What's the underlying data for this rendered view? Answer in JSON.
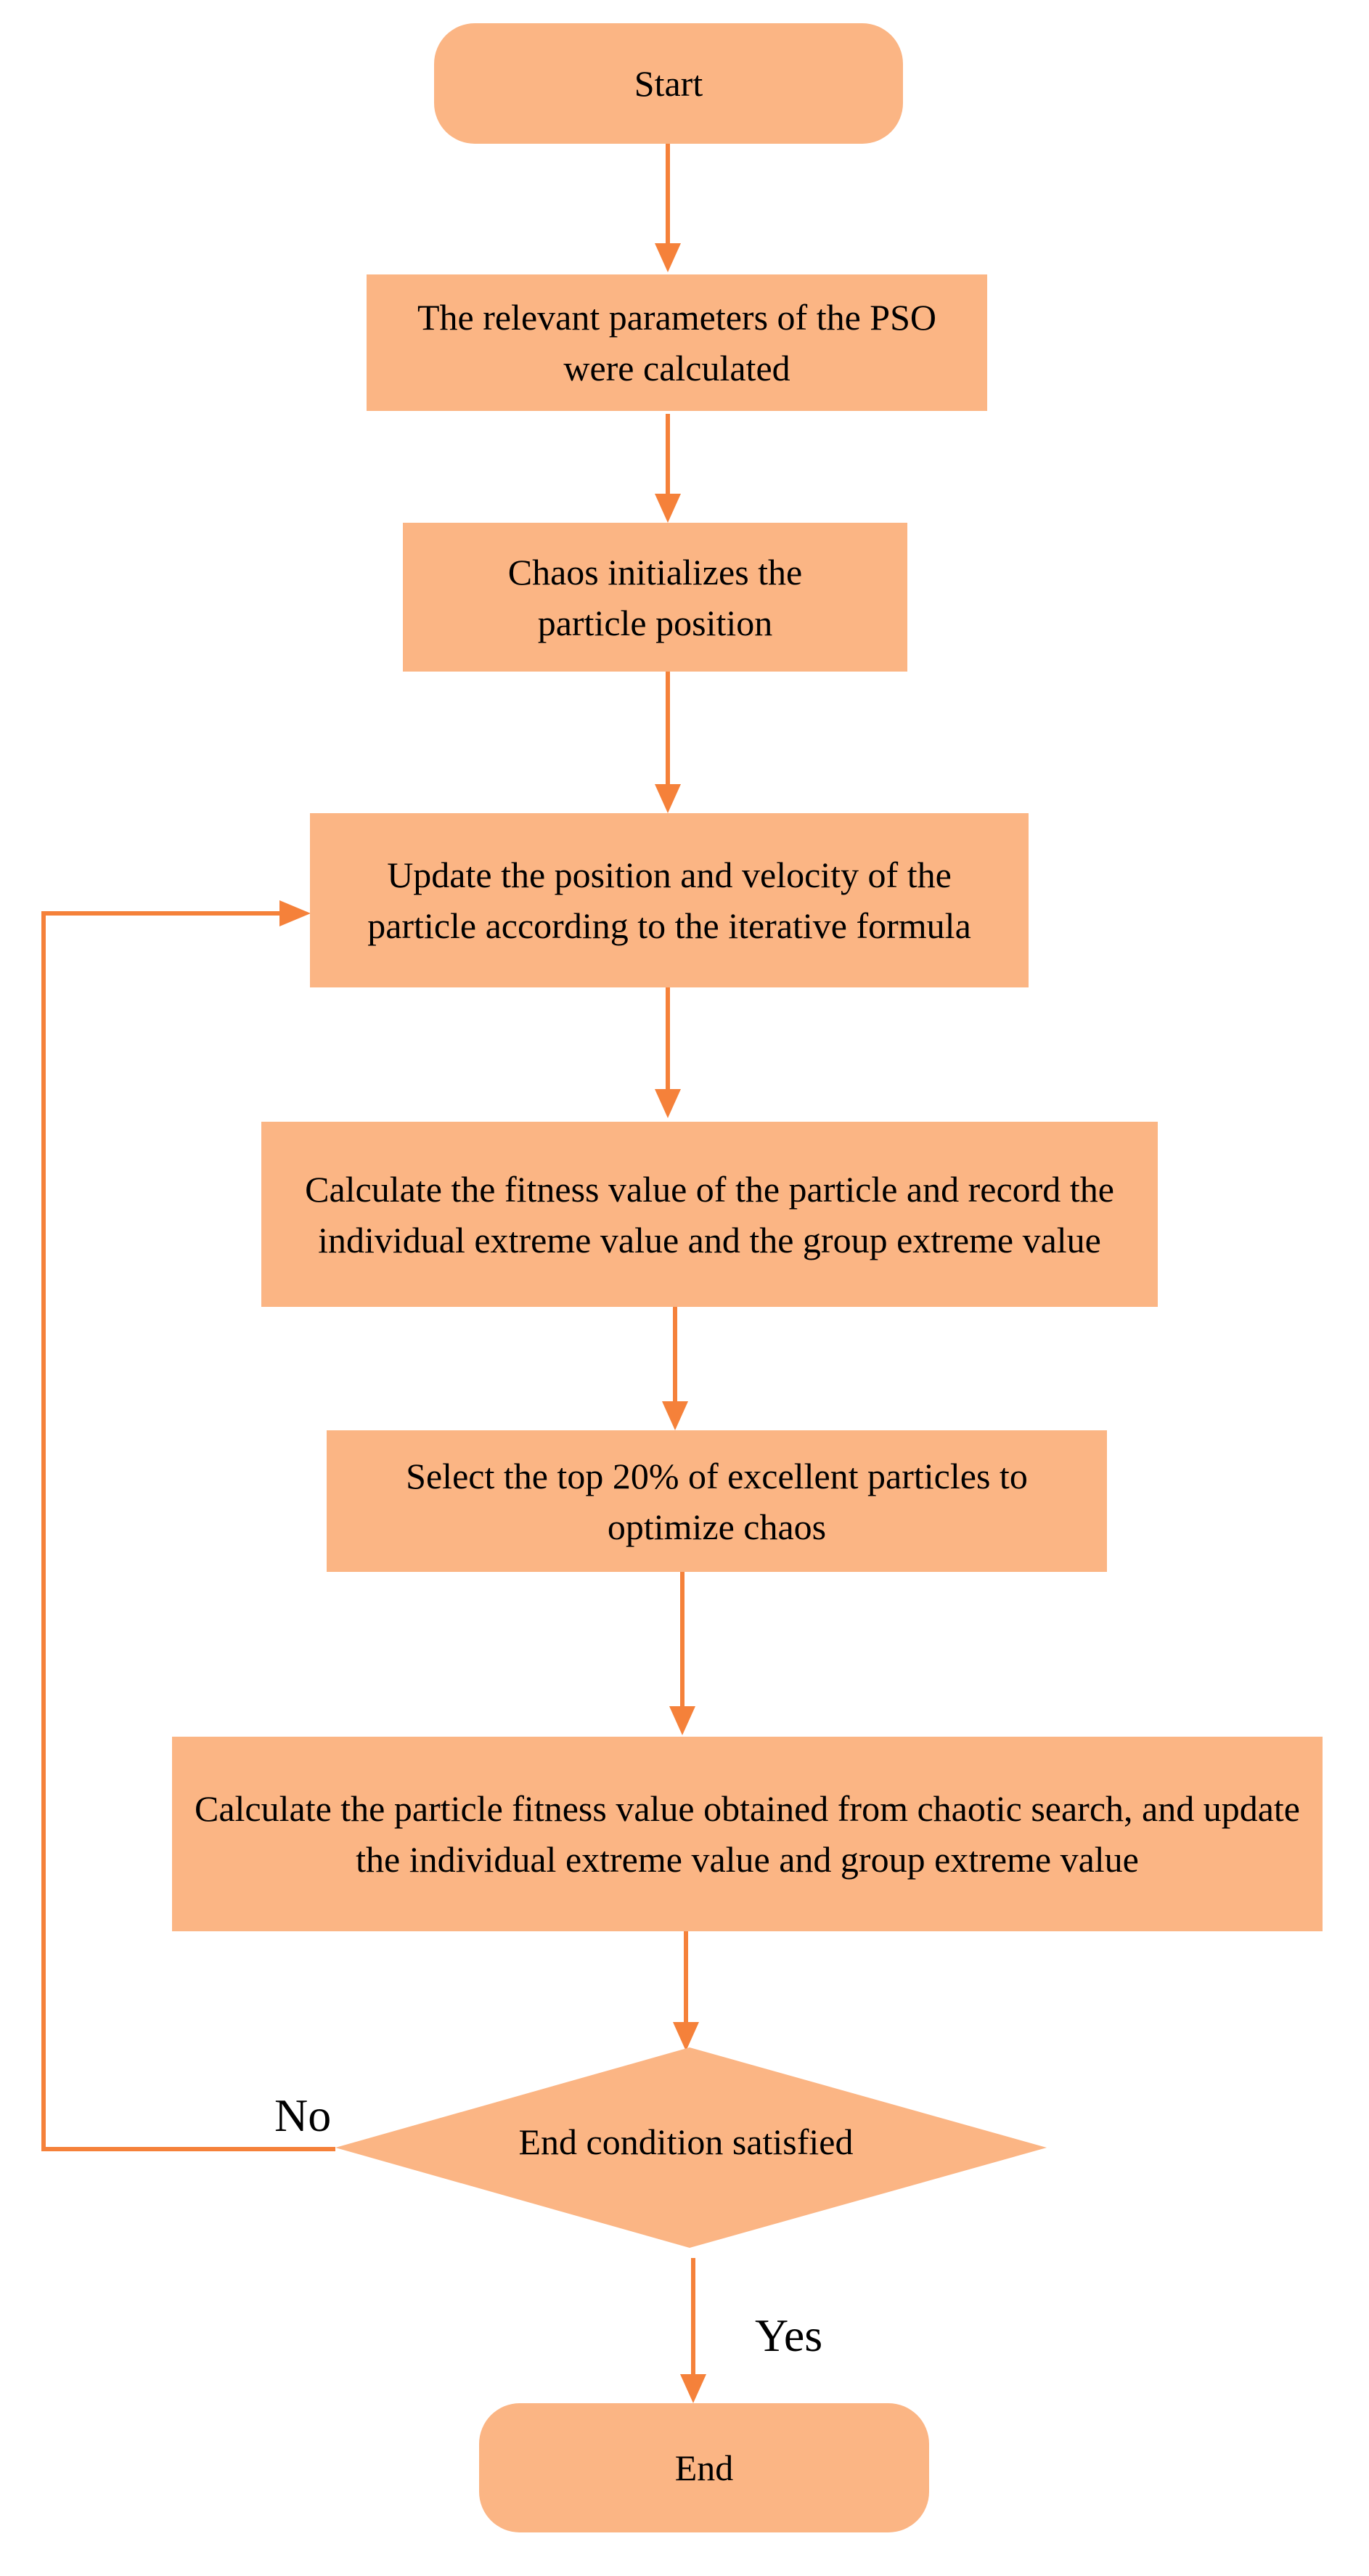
{
  "colors": {
    "box_fill": "#fbb584",
    "arrow": "#f5813a",
    "text": "#000000"
  },
  "nodes": {
    "start": "Start",
    "step1": "The relevant parameters of the PSO were calculated",
    "step2": "Chaos initializes the particle position",
    "step3": "Update the position and velocity of the particle according to the iterative formula",
    "step4": "Calculate the fitness value of the particle and record the individual extreme value and the group extreme value",
    "step5": "Select the top 20% of excellent particles to optimize chaos",
    "step6": "Calculate the particle fitness value obtained from chaotic search, and update the individual extreme value and group extreme value",
    "decision": "End condition satisfied",
    "end": "End"
  },
  "edge_labels": {
    "no": "No",
    "yes": "Yes"
  }
}
